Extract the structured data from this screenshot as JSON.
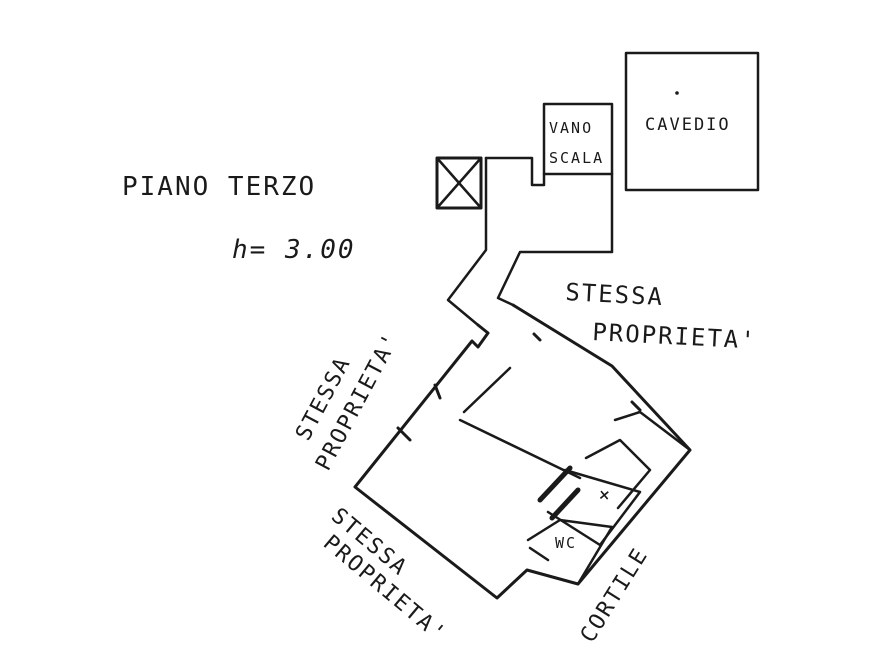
{
  "floor": {
    "title": "PIANO TERZO",
    "height": "h= 3.00"
  },
  "rooms": {
    "cavedio": "CAVEDIO",
    "stair_line1": "VANO",
    "stair_line2": "SCALA",
    "wc": "WC",
    "small_room_mark": "+"
  },
  "neighbors": {
    "right_line1": "STESSA",
    "right_line2": "PROPRIETA'",
    "left_line1": "STESSA",
    "left_line2": "PROPRIETA'",
    "bottom_line1": "STESSA",
    "bottom_line2": "PROPRIETA'",
    "courtyard": "CORTILE"
  }
}
